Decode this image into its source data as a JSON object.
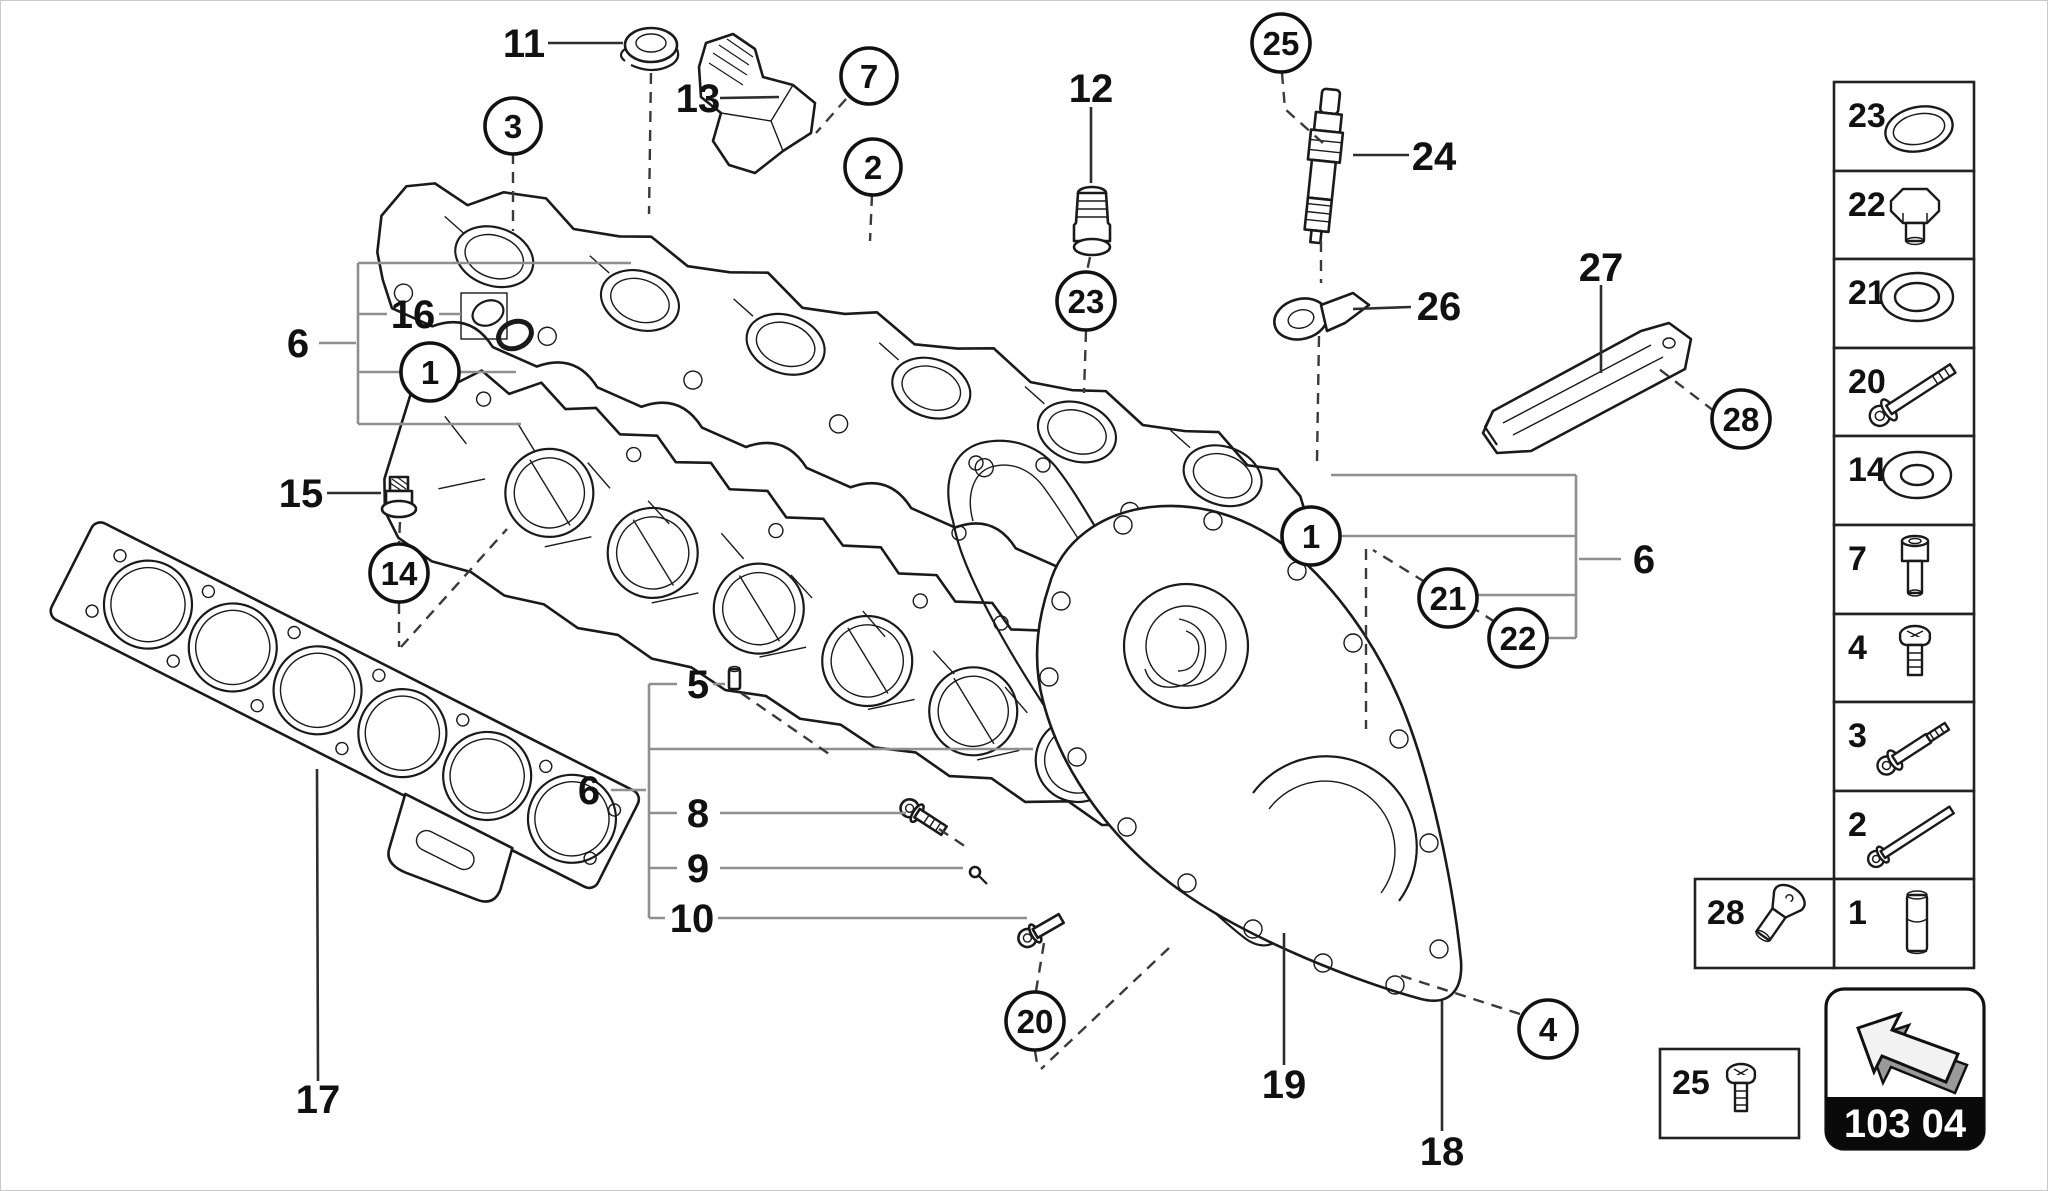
{
  "page": {
    "code": "103 04"
  },
  "callouts": {
    "c3": "3",
    "c7": "7",
    "c2": "2",
    "c25": "25",
    "c23": "23",
    "c1_left": "1",
    "c14": "14",
    "c1_right": "1",
    "c21": "21",
    "c22": "22",
    "c28": "28",
    "c20": "20",
    "c4": "4"
  },
  "labels": {
    "l11": "11",
    "l13": "13",
    "l12": "12",
    "l24": "24",
    "l26": "26",
    "l27": "27",
    "l16": "16",
    "l6_left": "6",
    "l15": "15",
    "l6_mid": "6",
    "l5": "5",
    "l8": "8",
    "l9": "9",
    "l10": "10",
    "l6_right": "6",
    "l17": "17",
    "l19": "19",
    "l18": "18"
  },
  "sidebar": {
    "rows": [
      {
        "ref": "23",
        "part": "o-ring"
      },
      {
        "ref": "22",
        "part": "hex-flange-bolt"
      },
      {
        "ref": "21",
        "part": "washer"
      },
      {
        "ref": "20",
        "part": "long-flange-bolt"
      },
      {
        "ref": "14",
        "part": "flat-washer"
      },
      {
        "ref": "7",
        "part": "socket-head-screw"
      },
      {
        "ref": "4",
        "part": "pan-head-screw"
      },
      {
        "ref": "3",
        "part": "flange-bolt"
      },
      {
        "ref": "2",
        "part": "long-thin-bolt"
      },
      {
        "ref": "1",
        "part": "dowel-pin"
      }
    ],
    "extra": [
      {
        "ref": "28",
        "part": "taper-head-screw"
      },
      {
        "ref": "25",
        "part": "pan-head-screw"
      }
    ]
  },
  "nav": {
    "code": "103 04",
    "icon": "back-arrow-icon"
  }
}
